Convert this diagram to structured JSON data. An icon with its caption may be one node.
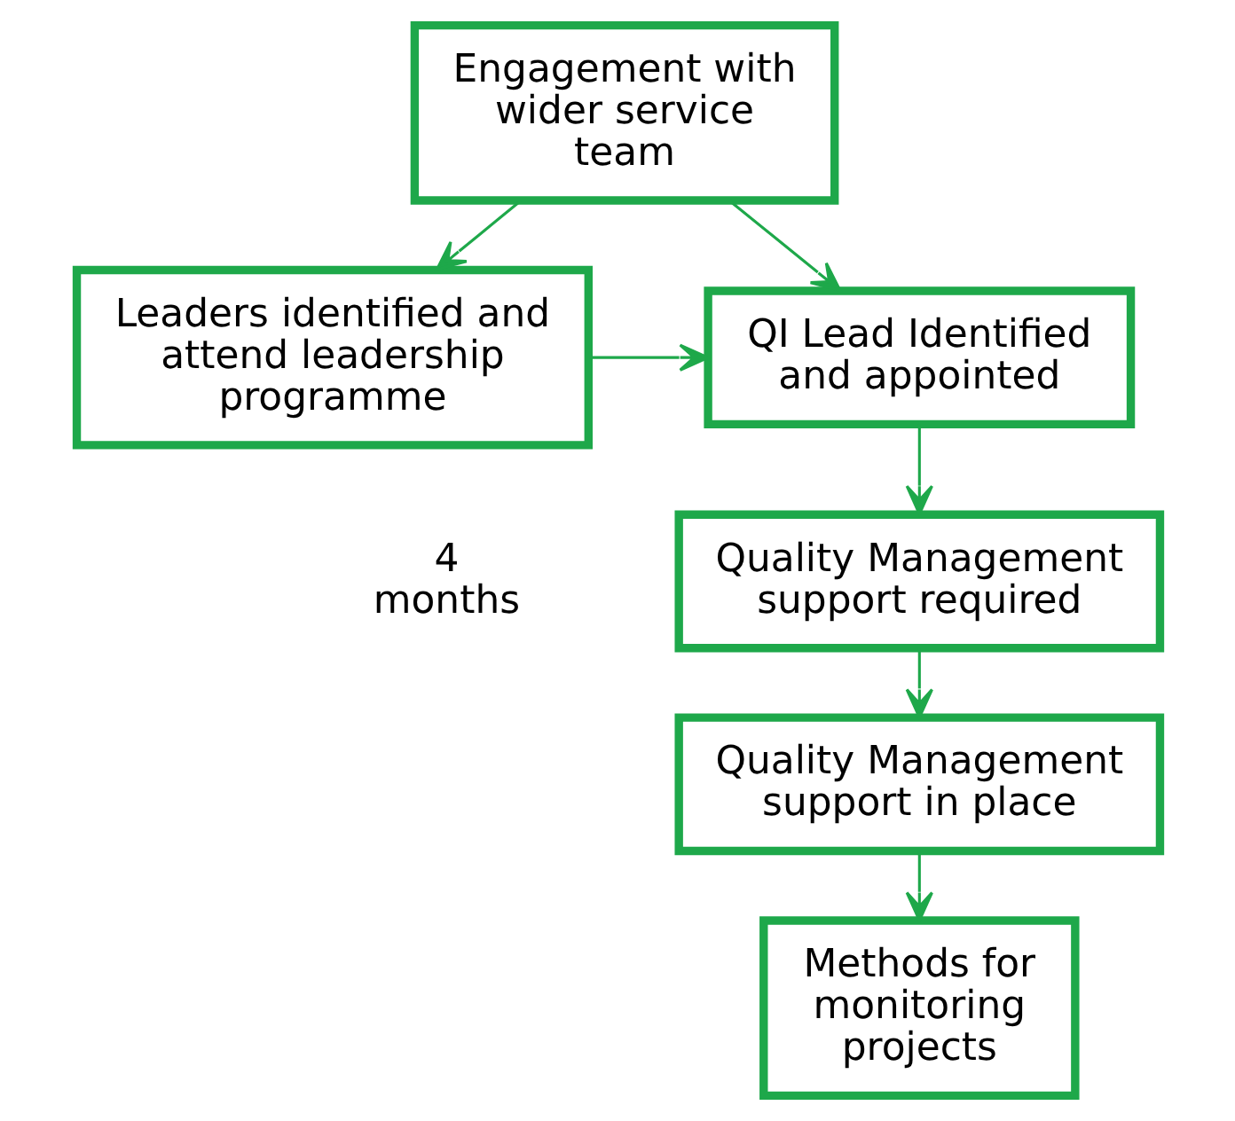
{
  "diagram": {
    "nodes": [
      {
        "text": [
          "Engagement with wider service team"
        ]
      },
      {
        "text": [
          "Leaders identified and attend leadership programme"
        ]
      },
      {
        "text": [
          "QI Lead Identified and appointed"
        ]
      },
      {
        "text": [
          "Quality Management support required"
        ]
      },
      {
        "text": [
          "Quality Management support in place"
        ]
      },
      {
        "text": [
          "Methods for monitoring projects"
        ]
      }
    ],
    "edges": [
      {
        "from": 0,
        "to": 1,
        "arrow": "to"
      },
      {
        "from": 0,
        "to": 2,
        "arrow": "to"
      },
      {
        "from": 1,
        "to": 2,
        "arrow": "to"
      },
      {
        "from": 2,
        "to": 3,
        "arrow": "to"
      },
      {
        "from": 3,
        "to": 4,
        "arrow": "to"
      },
      {
        "from": 4,
        "to": 5,
        "arrow": "to"
      }
    ],
    "labels": [
      "4 months"
    ]
  }
}
